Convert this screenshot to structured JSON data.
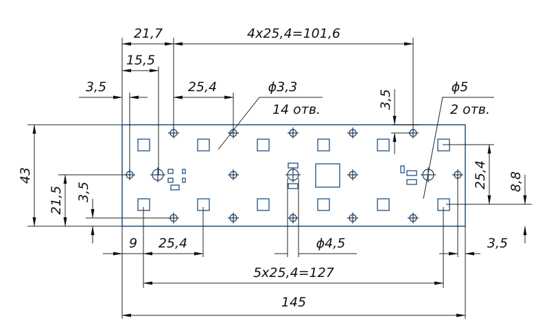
{
  "drawing": {
    "title": "LED board dimensional drawing",
    "dimensions": {
      "d21_7": "21,7",
      "d4x25_4": "4x25,4=101,6",
      "d15_5": "15,5",
      "d3_5_top_left": "3,5",
      "d25_4_top": "25,4",
      "hole_small": "ϕ3,3",
      "hole_small_count": "14 отв.",
      "d3_5_top_right": "3,5",
      "hole_large": "ϕ5",
      "hole_large_count": "2 отв.",
      "d43": "43",
      "d21_5": "21,5",
      "d3_5_left": "3,5",
      "d25_4_right": "25,4",
      "d8_8": "8,8",
      "d9": "9",
      "d25_4_bottom": "25,4",
      "hole_center": "ϕ4,5",
      "d3_5_bottom_right": "3,5",
      "d5x25_4": "5x25,4=127",
      "d145": "145"
    },
    "colors": {
      "board": "#2a5a8a",
      "lines": "#222222"
    }
  }
}
